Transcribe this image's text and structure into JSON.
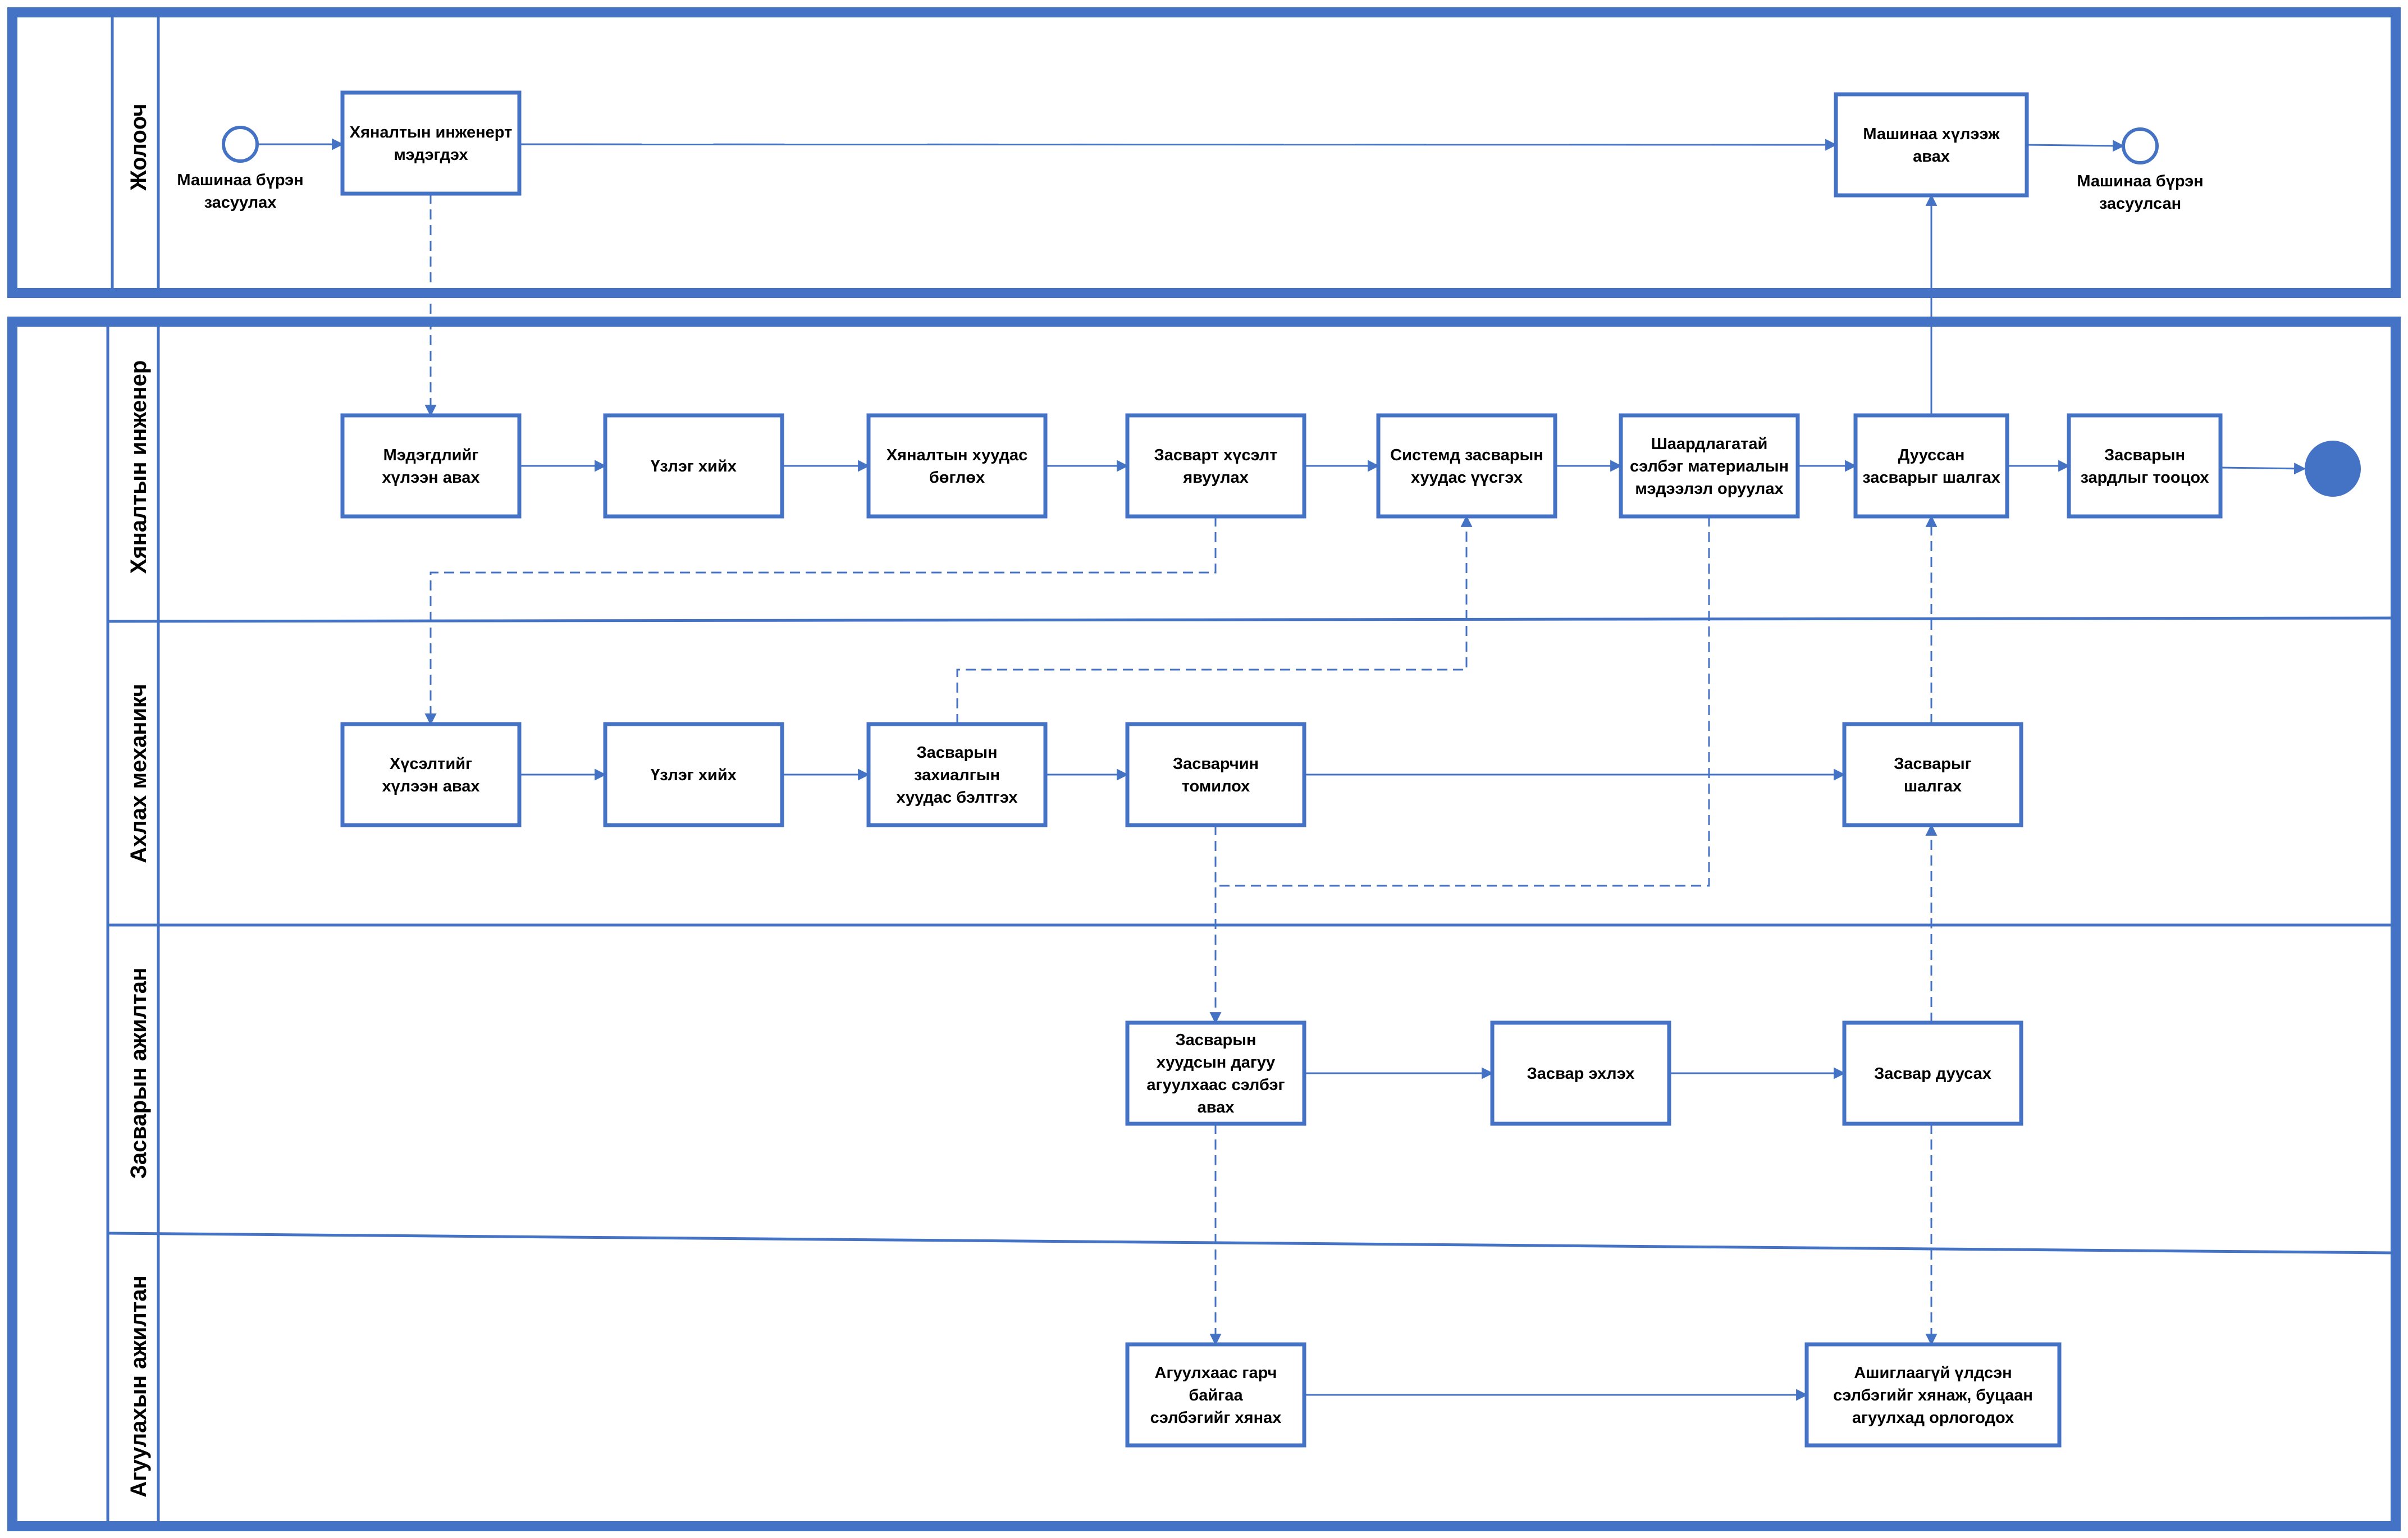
{
  "colors": {
    "accent": "#4472C4",
    "text": "#000000",
    "background": "#ffffff"
  },
  "lanes": [
    {
      "id": "driver",
      "label": "Жолооч"
    },
    {
      "id": "engineer",
      "label": "Хяналтын инженер"
    },
    {
      "id": "mechanic",
      "label": "Ахлах механикч"
    },
    {
      "id": "repair",
      "label": "Засварын ажилтан"
    },
    {
      "id": "warehouse",
      "label": "Агуулахын ажилтан"
    }
  ],
  "events": [
    {
      "id": "start",
      "type": "start",
      "lines": [
        "Машинаа бүрэн",
        "засуулах"
      ]
    },
    {
      "id": "end_driver",
      "type": "end",
      "lines": [
        "Машинаа бүрэн",
        "засуулсан"
      ]
    },
    {
      "id": "end_engineer",
      "type": "terminate",
      "lines": []
    }
  ],
  "tasks": [
    {
      "id": "t1",
      "lines": [
        "Хяналтын инженерт",
        "мэдэгдэх"
      ]
    },
    {
      "id": "t2",
      "lines": [
        "Машинаа хүлээж",
        "авах"
      ]
    },
    {
      "id": "t3",
      "lines": [
        "Мэдэгдлийг",
        "хүлээн авах"
      ]
    },
    {
      "id": "t4",
      "lines": [
        "Үзлэг хийх"
      ]
    },
    {
      "id": "t5",
      "lines": [
        "Хяналтын хуудас",
        "бөглөх"
      ]
    },
    {
      "id": "t6",
      "lines": [
        "Засварт хүсэлт",
        "явуулах"
      ]
    },
    {
      "id": "t7",
      "lines": [
        "Системд засварын",
        "хуудас үүсгэх"
      ]
    },
    {
      "id": "t8",
      "lines": [
        "Шаардлагатай",
        "сэлбэг материалын",
        "мэдээлэл оруулах"
      ]
    },
    {
      "id": "t9",
      "lines": [
        "Дууссан",
        "засварыг шалгах"
      ]
    },
    {
      "id": "t10",
      "lines": [
        "Засварын",
        "зардлыг тооцох"
      ]
    },
    {
      "id": "t11",
      "lines": [
        "Хүсэлтийг",
        "хүлээн авах"
      ]
    },
    {
      "id": "t12",
      "lines": [
        "Үзлэг хийх"
      ]
    },
    {
      "id": "t13",
      "lines": [
        "Засварын",
        "захиалгын",
        "хуудас бэлтгэх"
      ]
    },
    {
      "id": "t14",
      "lines": [
        "Засварчин",
        "томилох"
      ]
    },
    {
      "id": "t15",
      "lines": [
        "Засварыг",
        "шалгах"
      ]
    },
    {
      "id": "t16",
      "lines": [
        "Засварын",
        "хуудсын дагуу",
        "агуулхаас сэлбэг",
        "авах"
      ]
    },
    {
      "id": "t17",
      "lines": [
        "Засвар эхлэх"
      ]
    },
    {
      "id": "t18",
      "lines": [
        "Засвар дуусах"
      ]
    },
    {
      "id": "t19",
      "lines": [
        "Агуулхаас гарч",
        "байгаа",
        "сэлбэгийг хянах"
      ]
    },
    {
      "id": "t20",
      "lines": [
        "Ашиглаагүй үлдсэн",
        "сэлбэгийг хянаж, буцаан",
        "агуулхад орлогодох"
      ]
    }
  ]
}
